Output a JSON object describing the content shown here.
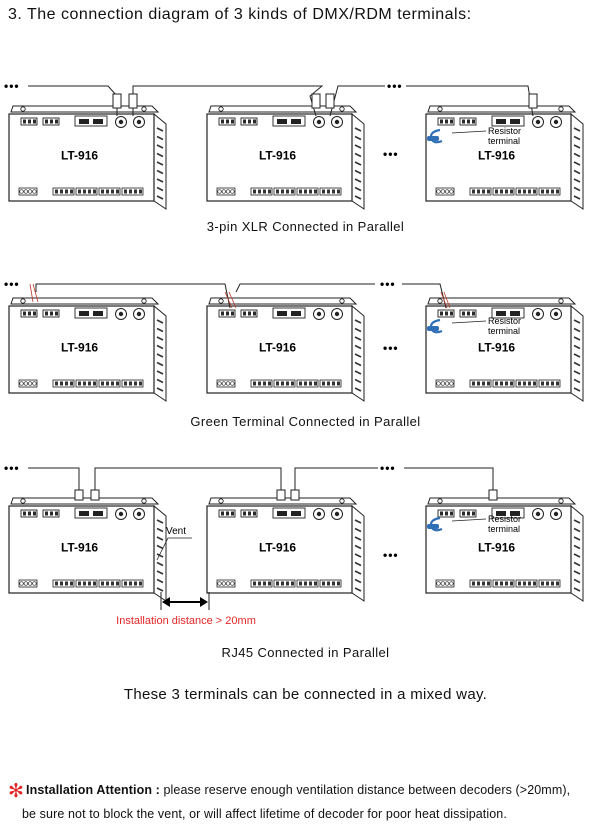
{
  "heading": "3. The connection diagram of 3 kinds  of  DMX/RDM terminals:",
  "device_model": "LT-916",
  "ellipsis": "•••",
  "resistor_label": [
    "Resistor",
    "terminal"
  ],
  "diagrams": [
    {
      "caption": "3-pin XLR Connected in Parallel"
    },
    {
      "caption": "Green Terminal Connected in Parallel"
    },
    {
      "caption": "RJ45 Connected in Parallel"
    }
  ],
  "vent_label": "Vent",
  "installation_distance": "Installation distance > 20mm",
  "mixed_note": "These 3 terminals can be connected in a mixed way.",
  "attention": {
    "star": "✻",
    "title": "Installation Attention :",
    "line1": " please reserve enough ventilation distance between decoders (>20mm),",
    "line2": "be sure not to block the vent, or will affect lifetime of decoder for poor heat dissipation."
  },
  "colors": {
    "distance_text": "#e32727",
    "star": "#e32727",
    "resistor": "#2f6fb5"
  }
}
